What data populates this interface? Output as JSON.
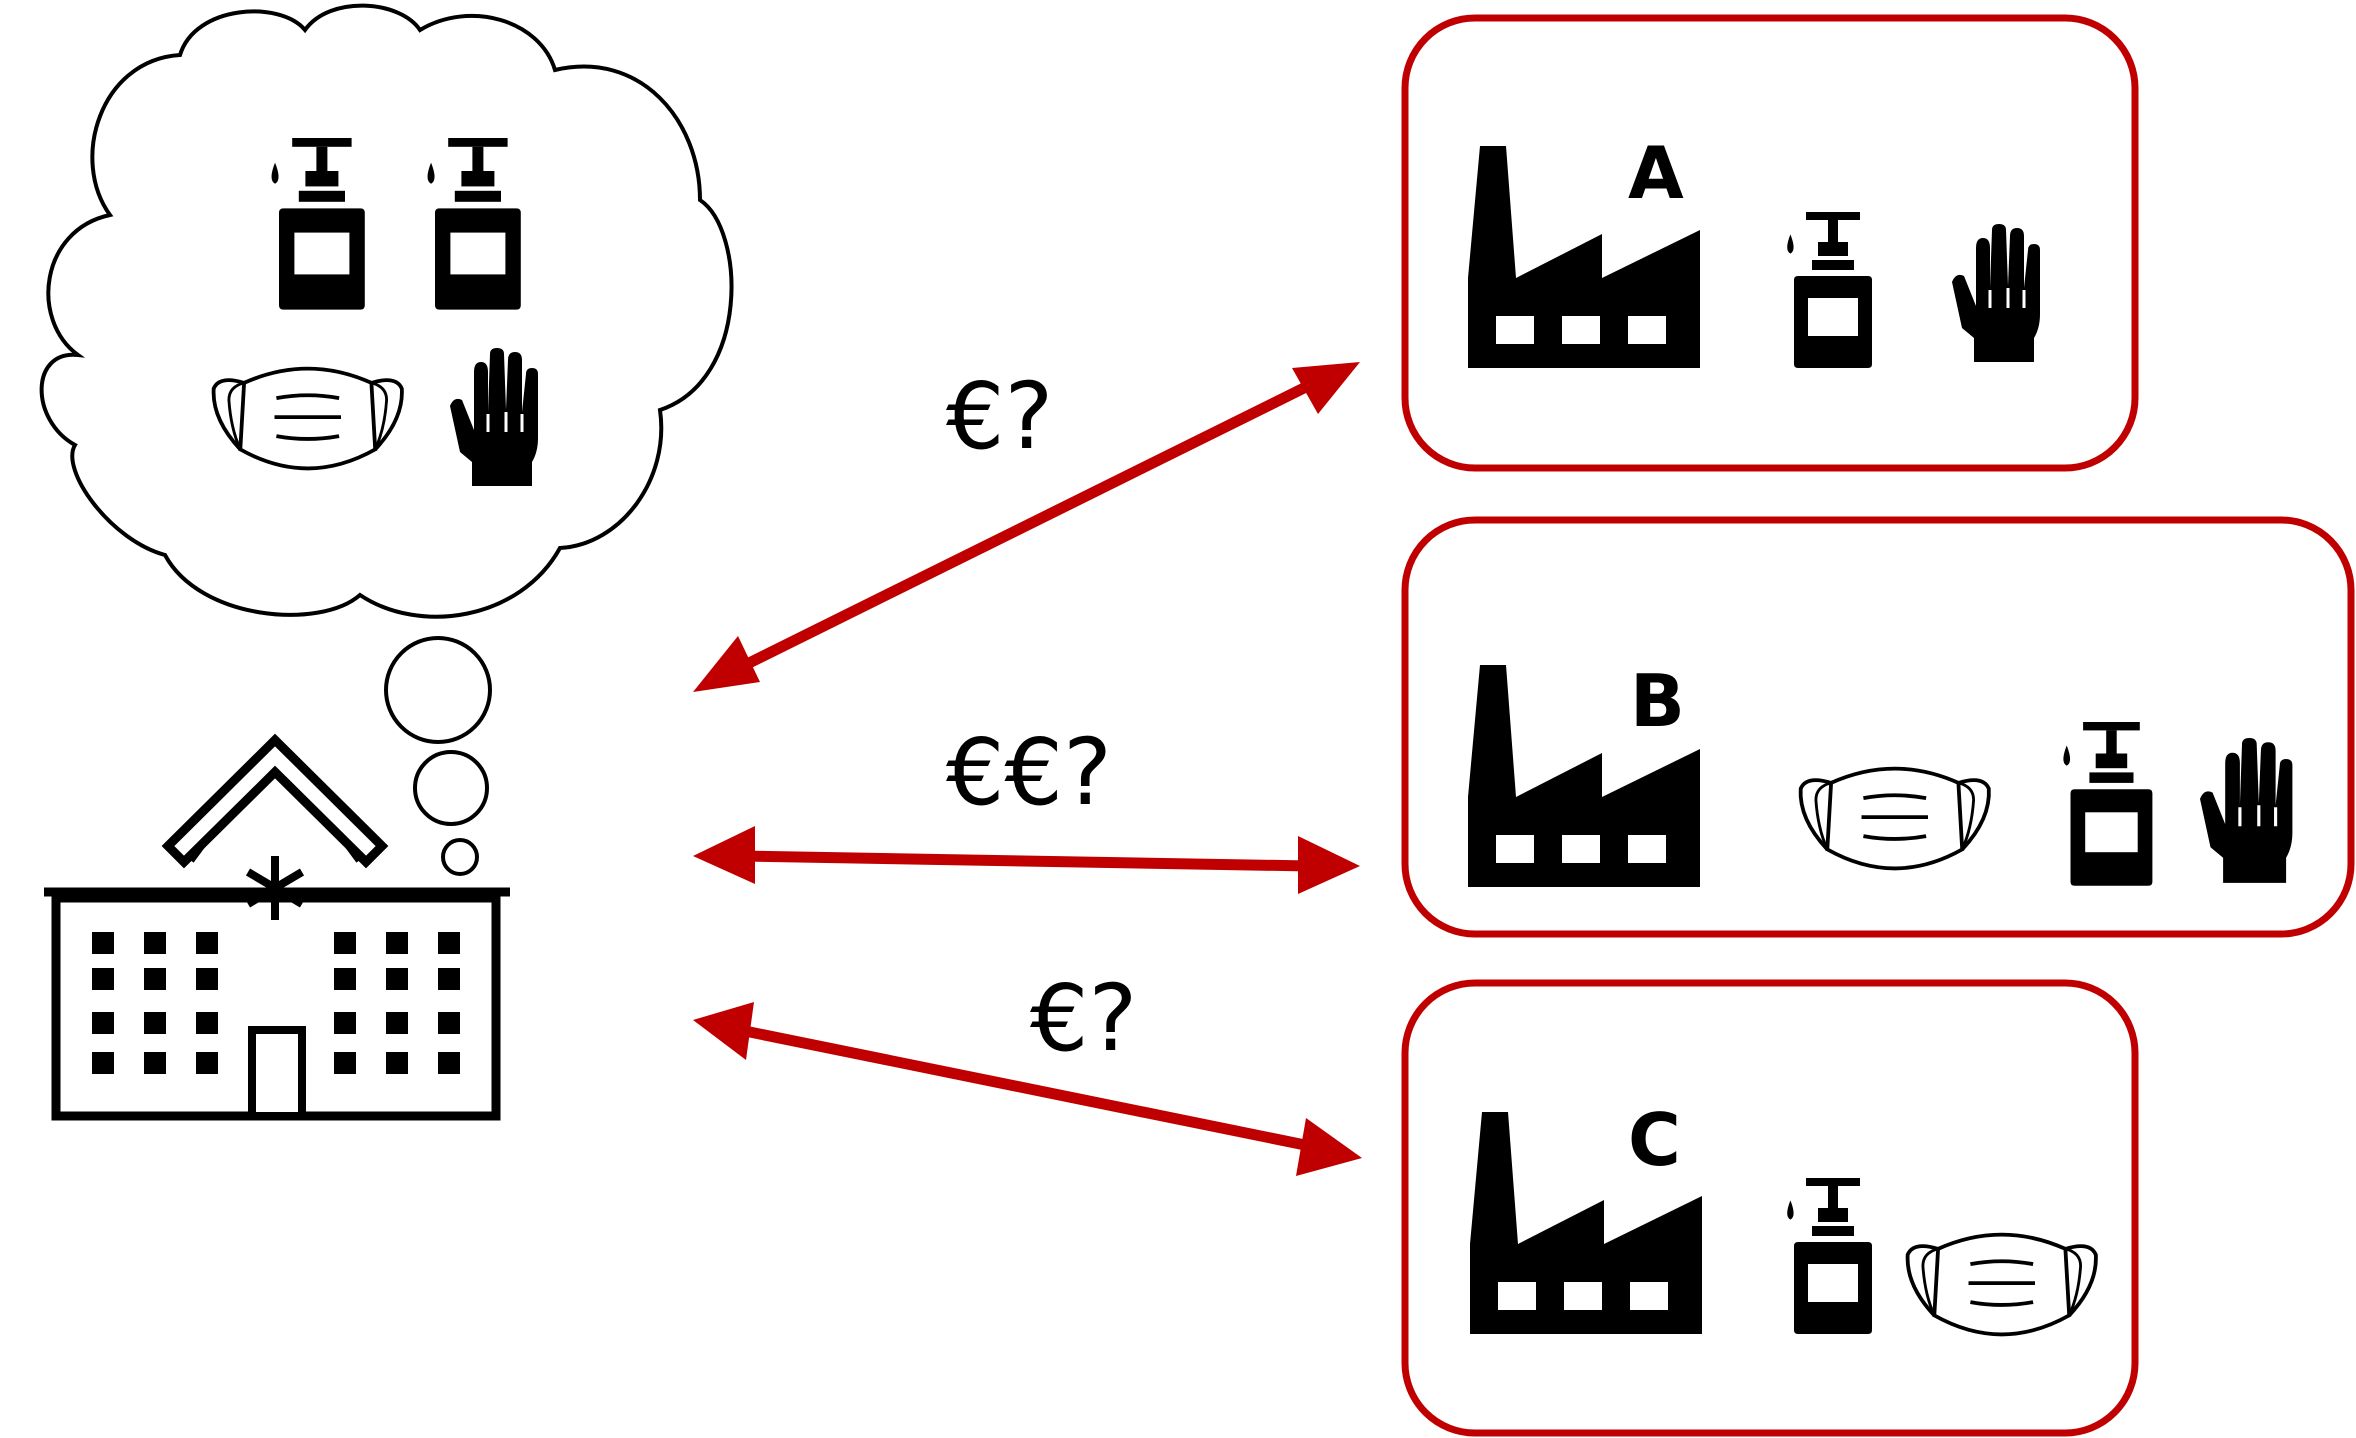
{
  "colors": {
    "accent": "#c00000",
    "ink": "#000000",
    "paper": "#ffffff"
  },
  "icons": [
    "thought-cloud",
    "sanitizer-bottle-icon",
    "face-mask-icon",
    "glove-icon",
    "hospital-icon",
    "factory-icon",
    "double-arrow"
  ],
  "suppliers": [
    {
      "letter": "A",
      "items": [
        "sanitizer-bottle-icon",
        "glove-icon"
      ]
    },
    {
      "letter": "B",
      "items": [
        "face-mask-icon",
        "sanitizer-bottle-icon",
        "glove-icon"
      ]
    },
    {
      "letter": "C",
      "items": [
        "sanitizer-bottle-icon",
        "face-mask-icon"
      ]
    }
  ],
  "prices": [
    {
      "text": "€?"
    },
    {
      "text": "€€?"
    },
    {
      "text": "€?"
    }
  ],
  "needs": [
    "sanitizer-bottle-icon",
    "sanitizer-bottle-icon",
    "face-mask-icon",
    "glove-icon"
  ]
}
